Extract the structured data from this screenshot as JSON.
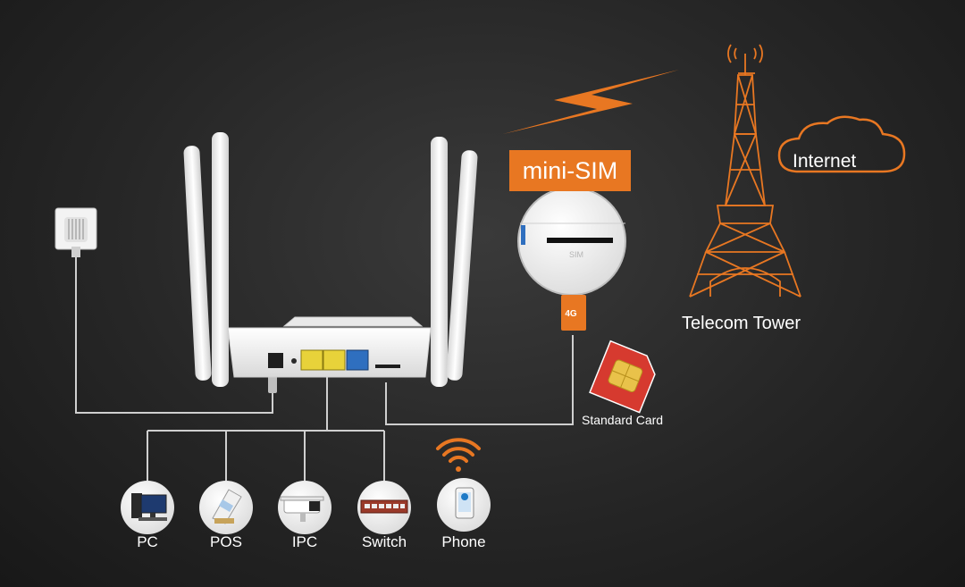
{
  "badge": {
    "mini_sim": "mini-SIM"
  },
  "cloud": {
    "label": "Internet"
  },
  "tower": {
    "label": "Telecom Tower"
  },
  "sim_card": {
    "label": "Standard Card"
  },
  "sim_slot": {
    "slot_text": "SIM",
    "chip_text": "4G"
  },
  "devices": [
    {
      "id": "pc",
      "label": "PC",
      "icon": "desktop-pc-icon"
    },
    {
      "id": "pos",
      "label": "POS",
      "icon": "pos-terminal-icon"
    },
    {
      "id": "ipc",
      "label": "IPC",
      "icon": "ip-camera-icon"
    },
    {
      "id": "switch",
      "label": "Switch",
      "icon": "network-switch-icon"
    },
    {
      "id": "phone",
      "label": "Phone",
      "icon": "smartphone-icon"
    }
  ],
  "colors": {
    "accent": "#e87722",
    "background": "#262626",
    "router": "#f2f2f2",
    "lan_port": "#e8d23a",
    "wan_port": "#2f6fbf",
    "line": "#d0d0d0",
    "sim_card": "#d63a2f"
  }
}
